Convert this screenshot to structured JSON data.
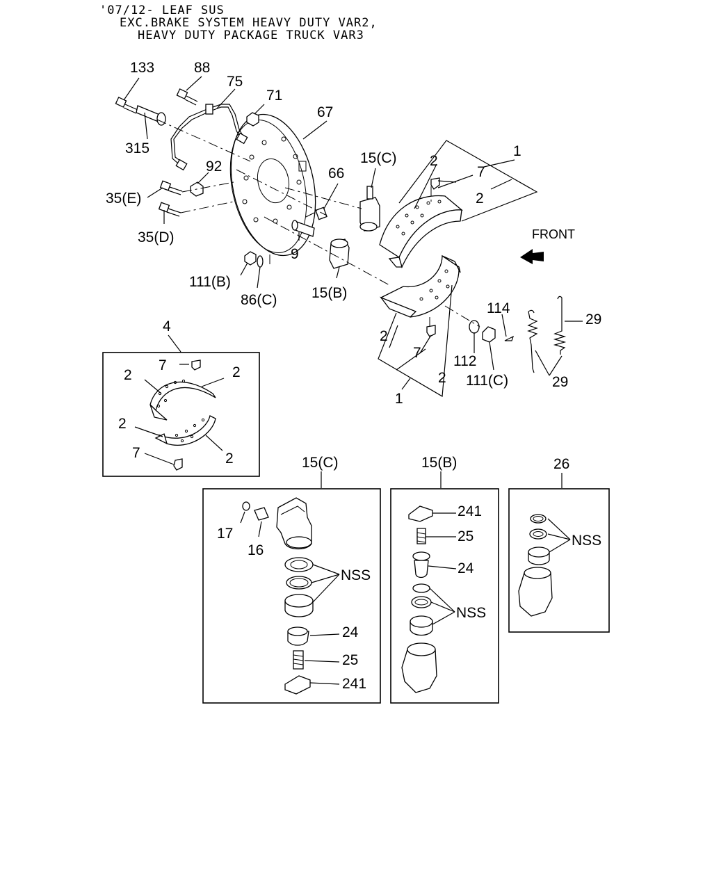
{
  "header": {
    "line1": "'07/12- LEAF SUS",
    "line2": "EXC.BRAKE SYSTEM HEAVY DUTY VAR2,",
    "line3": "HEAVY DUTY PACKAGE TRUCK VAR3"
  },
  "front_label": "FRONT",
  "callouts": {
    "c133": "133",
    "c88": "88",
    "c75": "75",
    "c71": "71",
    "c67": "67",
    "c315": "315",
    "c92": "92",
    "c35e": "35(E)",
    "c35d": "35(D)",
    "c66": "66",
    "c15c": "15(C)",
    "c2a": "2",
    "c7a": "7",
    "c1a": "1",
    "c2b": "2",
    "c9": "9",
    "c111b": "111(B)",
    "c86c": "86(C)",
    "c15b": "15(B)",
    "c114": "114",
    "c29a": "29",
    "c2c": "2",
    "c7b": "7",
    "c112": "112",
    "c111c": "111(C)",
    "c2d": "2",
    "c1b": "1",
    "c29b": "29"
  },
  "kit4": {
    "title": "4",
    "l7a": "7",
    "l2a": "2",
    "l2b": "2",
    "l2c": "2",
    "l2d": "2",
    "l7b": "7"
  },
  "box15c": {
    "title": "15(C)",
    "l17": "17",
    "l16": "16",
    "nss": "NSS",
    "l24": "24",
    "l25": "25",
    "l241": "241"
  },
  "box15b": {
    "title": "15(B)",
    "l241": "241",
    "l25": "25",
    "l24": "24",
    "nss": "NSS"
  },
  "box26": {
    "title": "26",
    "nss": "NSS"
  }
}
